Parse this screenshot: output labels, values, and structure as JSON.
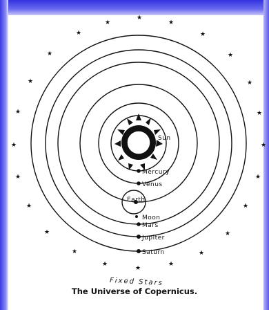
{
  "caption": "The Universe of Copernicus.",
  "fixed_stars_label": "Fixed Stars",
  "sun": {
    "label": "Sun"
  },
  "bodies": [
    {
      "key": "mercury",
      "label": "Mercury"
    },
    {
      "key": "venus",
      "label": "Venus"
    },
    {
      "key": "earth",
      "label": "Earth"
    },
    {
      "key": "moon",
      "label": "Moon"
    },
    {
      "key": "mars",
      "label": "Mars"
    },
    {
      "key": "jupiter",
      "label": "Jupiter"
    },
    {
      "key": "saturn",
      "label": "Saturn"
    }
  ],
  "star_glyph": "★",
  "colors": {
    "ink": "#111111",
    "frame_blue": "#3232e0"
  }
}
